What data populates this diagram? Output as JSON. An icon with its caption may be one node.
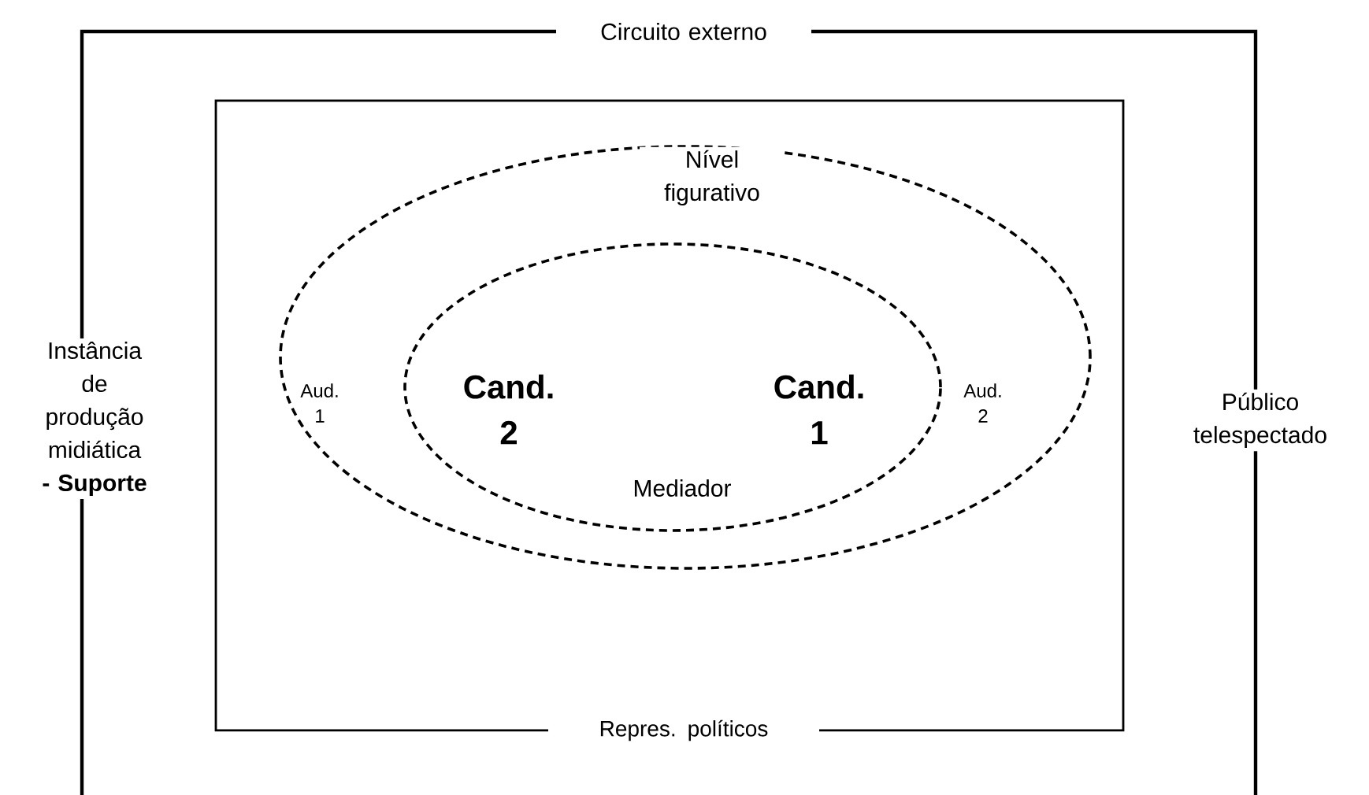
{
  "diagram": {
    "nodes": [
      {
        "text": [
          "Circuito externo",
          "Instância de produção midiática **- Suporte**",
          "Público telespectado"
        ]
      },
      {
        "text": [
          "Repres. políticos"
        ],
        "in": 0
      },
      {
        "text": [
          "Nível figurativo",
          "Aud. 1",
          "Aud. 2"
        ],
        "in": 1
      },
      {
        "text": [
          "Mediador",
          "Cand. 2",
          "Cand. 1"
        ],
        "in": 2
      }
    ]
  }
}
